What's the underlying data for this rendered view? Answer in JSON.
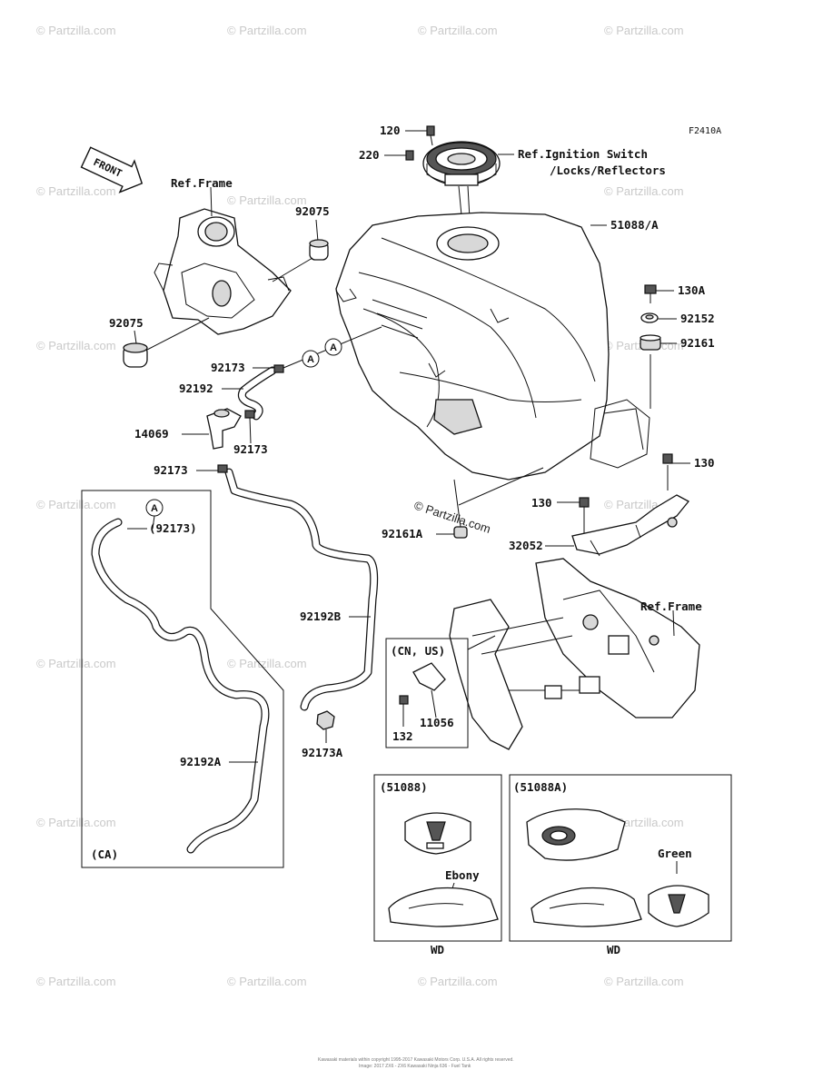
{
  "figure_code": "F2410A",
  "front_label": "FRONT",
  "watermark": "© Partzilla.com",
  "center_watermark": "© Partzilla.com",
  "callouts": {
    "c120": "120",
    "c220": "220",
    "ignition_line1": "Ref.Ignition Switch",
    "ignition_line2": "/Locks/Reflectors",
    "ref_frame_top": "Ref.Frame",
    "c92075_top": "92075",
    "c92075_left": "92075",
    "c51088": "51088/A",
    "c130A": "130A",
    "c92152": "92152",
    "c92161": "92161",
    "c92173_a": "92173",
    "c92192": "92192",
    "c14069": "14069",
    "c92173_b": "92173",
    "c92173_c": "92173",
    "c130_right": "130",
    "c130_mid": "130",
    "c92161A": "92161A",
    "c32052": "32052",
    "c92192B": "92192B",
    "ref_frame_bottom": "Ref.Frame",
    "c92173A": "92173A",
    "c92192A": "92192A",
    "c92173_paren": "(92173)",
    "c11056": "11056",
    "c132": "132"
  },
  "ref_marker": "A",
  "boxes": {
    "ca_label": "(CA)",
    "cn_us_label": "(CN, US)",
    "box51088_title": "(51088)",
    "box51088A_title": "(51088A)",
    "ebony": "Ebony",
    "green": "Green",
    "wd1": "WD",
    "wd2": "WD"
  },
  "footer_line1": "Kawasaki materials within copyright 1995-2017 Kawasaki Motors Corp. U.S.A. All rights reserved.",
  "footer_line2": "Image: 2017 ZX6 - ZX6 Kawasaki Ninja 636 - Fuel Tank"
}
